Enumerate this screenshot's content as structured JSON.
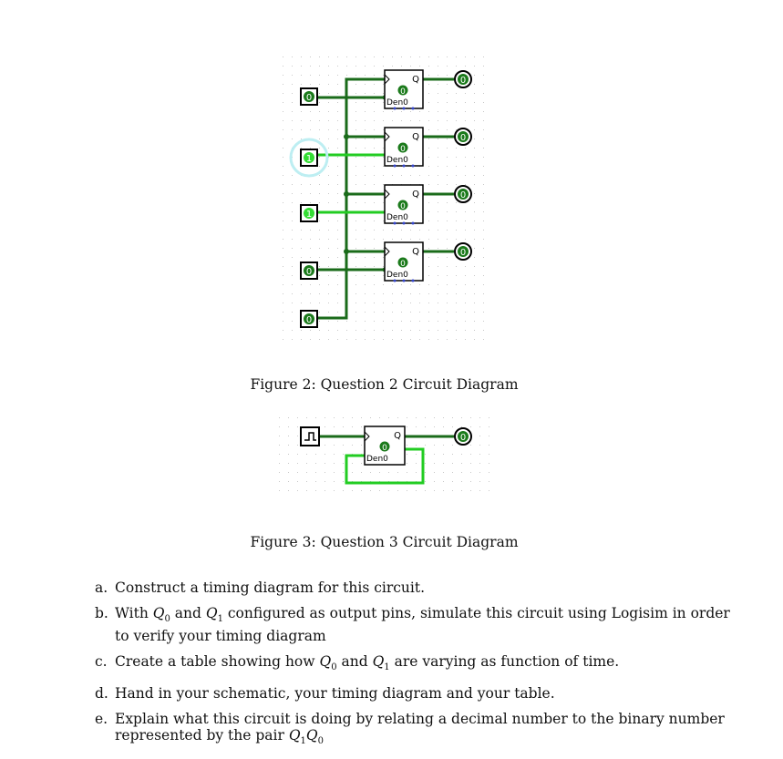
{
  "figure2": {
    "caption": "Figure 2: Question 2 Circuit Diagram",
    "input_values": [
      "0",
      "1",
      "1",
      "0",
      "0"
    ],
    "output_values": [
      "0",
      "0",
      "0",
      "0"
    ],
    "ff_q_label": "Q",
    "ff_state": "0",
    "ff_bottom_label": "Den0"
  },
  "figure3": {
    "caption": "Figure 3: Question 3 Circuit Diagram",
    "output_value": "0",
    "ff_q_label": "Q",
    "ff_state": "0",
    "ff_bottom_label": "Den0"
  },
  "items": [
    {
      "mark": "a.",
      "text": "Construct a timing diagram for this circuit."
    },
    {
      "mark": "b.",
      "t1": "With ",
      "m1": "Q",
      "s1": "0",
      "t2": " and ",
      "m2": "Q",
      "s2": "1",
      "t3": " configured as output pins, simulate this circuit using Logisim in order to verify your timing diagram"
    },
    {
      "mark": "c.",
      "t1": "Create a table showing how ",
      "m1": "Q",
      "s1": "0",
      "t2": " and ",
      "m2": "Q",
      "s2": "1",
      "t3": " are varying as function of time."
    },
    {
      "mark": "d.",
      "text": "Hand in your schematic, your timing diagram and your table."
    },
    {
      "mark": "e.",
      "t1": "Explain what this circuit is doing by relating a decimal number to the binary number represented by the pair ",
      "m1": "Q",
      "s1": "1",
      "m2": "Q",
      "s2": "0"
    }
  ],
  "colors": {
    "wire_dark": "#1a6b1a",
    "wire_bright": "#22cc22",
    "pin_dark": "#1b7a1b",
    "pin_bright": "#33dd33",
    "selection": "#bdeef2",
    "enable_dots": "#3344cc"
  }
}
